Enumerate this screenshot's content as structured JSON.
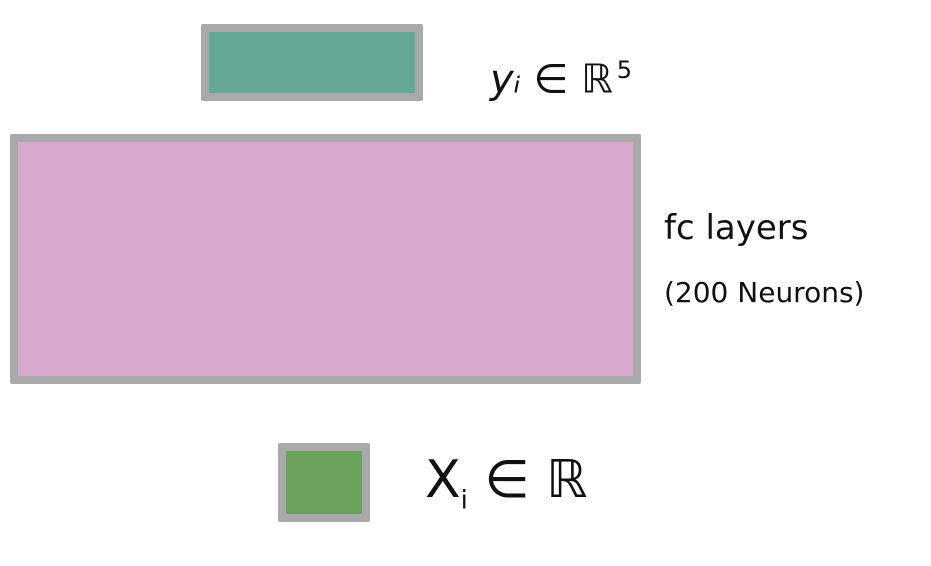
{
  "diagram": {
    "output_layer": {
      "fill_color": "#66a896",
      "label_main": "yᵢ ∈ ℝ",
      "label_exponent": "5"
    },
    "hidden_layer": {
      "fill_color": "#d8a8cc",
      "label_line1": "fc layers",
      "label_line2": "(200 Neurons)"
    },
    "input_layer": {
      "fill_color": "#6aa35c",
      "label_main": "X",
      "label_subscript": "i",
      "label_rest": " ∈ ℝ"
    },
    "border_color": "#a9a9a9"
  }
}
